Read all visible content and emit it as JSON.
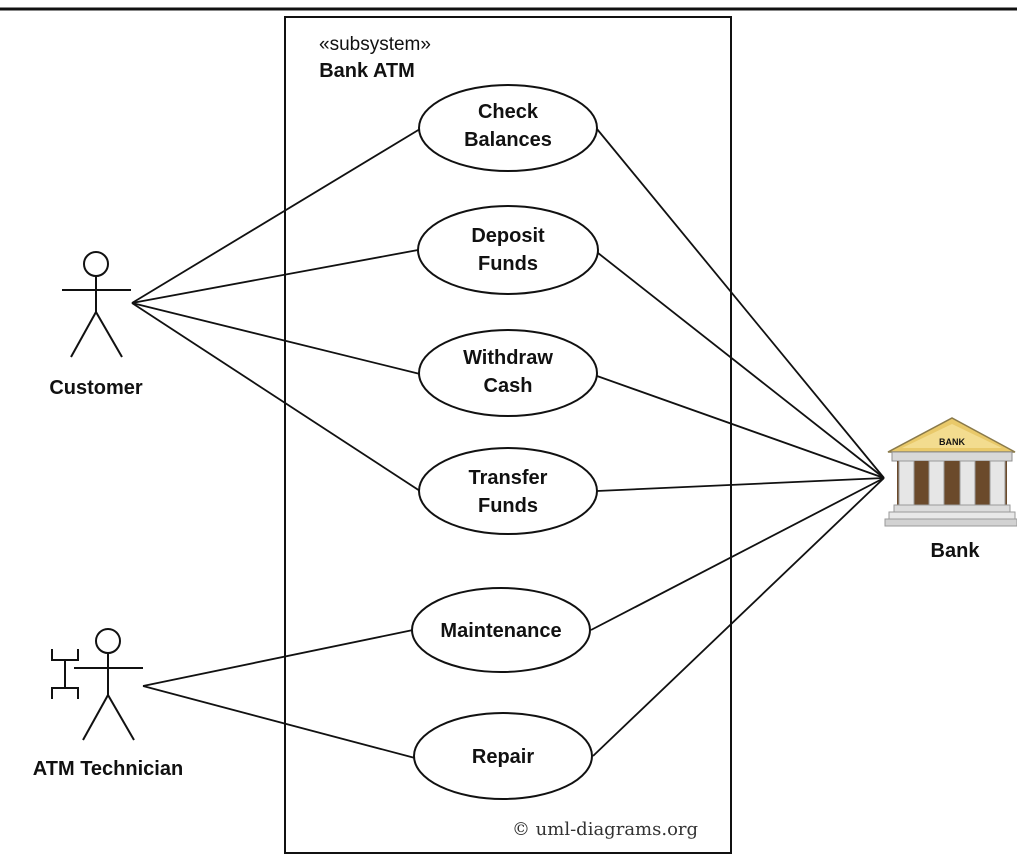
{
  "subsystem": {
    "stereotype": "«subsystem»",
    "name": "Bank ATM",
    "copyright": "© uml-diagrams.org"
  },
  "actors": {
    "customer": {
      "label": "Customer",
      "icon": "stick-figure-icon"
    },
    "technician": {
      "label": "ATM Technician",
      "icon": "stick-figure-with-tools-icon"
    },
    "bank": {
      "label": "Bank",
      "icon": "bank-building-icon",
      "sign": "BANK"
    }
  },
  "use_cases": {
    "check_balances": {
      "line1": "Check",
      "line2": "Balances"
    },
    "deposit_funds": {
      "line1": "Deposit",
      "line2": "Funds"
    },
    "withdraw_cash": {
      "line1": "Withdraw",
      "line2": "Cash"
    },
    "transfer_funds": {
      "line1": "Transfer",
      "line2": "Funds"
    },
    "maintenance": {
      "label": "Maintenance"
    },
    "repair": {
      "label": "Repair"
    }
  },
  "associations": [
    [
      "Customer",
      "Check Balances"
    ],
    [
      "Customer",
      "Deposit Funds"
    ],
    [
      "Customer",
      "Withdraw Cash"
    ],
    [
      "Customer",
      "Transfer Funds"
    ],
    [
      "ATM Technician",
      "Maintenance"
    ],
    [
      "ATM Technician",
      "Repair"
    ],
    [
      "Check Balances",
      "Bank"
    ],
    [
      "Deposit Funds",
      "Bank"
    ],
    [
      "Withdraw Cash",
      "Bank"
    ],
    [
      "Transfer Funds",
      "Bank"
    ],
    [
      "Maintenance",
      "Bank"
    ],
    [
      "Repair",
      "Bank"
    ]
  ]
}
